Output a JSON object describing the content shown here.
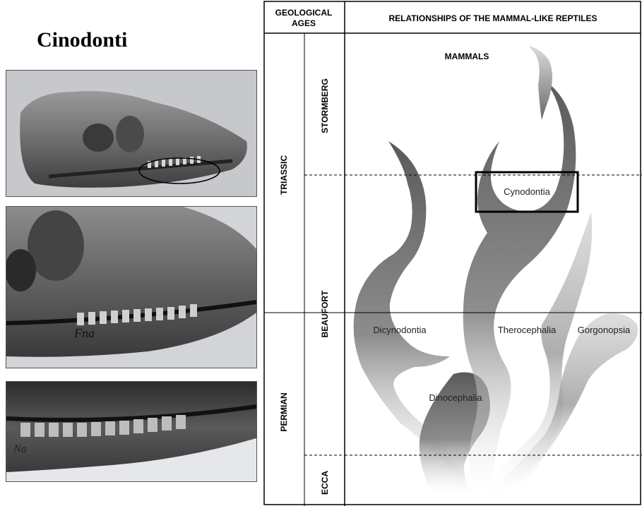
{
  "left_panel": {
    "title": "Cinodonti",
    "photos": [
      {
        "name": "skull-side-view-photo"
      },
      {
        "name": "jaw-closeup-photo",
        "handwriting": "Fna"
      },
      {
        "name": "teeth-closeup-photo",
        "handwriting": "Na"
      }
    ]
  },
  "chart": {
    "header_ages": [
      "GEOLOGICAL",
      "AGES"
    ],
    "header_title": "RELATIONSHIPS OF THE MAMMAL-LIKE REPTILES",
    "periods": [
      "TRIASSIC",
      "PERMIAN"
    ],
    "stages": [
      "STORMBERG",
      "BEAUFORT",
      "ECCA"
    ],
    "top_label": "MAMMALS",
    "clades": {
      "cynodontia": "Cynodontia",
      "dicynodontia": "Dicynodontia",
      "therocephalia": "Therocephalia",
      "gorgonopsia": "Gorgonopsia",
      "dinocephalia": "Dinocephalia"
    },
    "highlight_color": "#000000"
  }
}
